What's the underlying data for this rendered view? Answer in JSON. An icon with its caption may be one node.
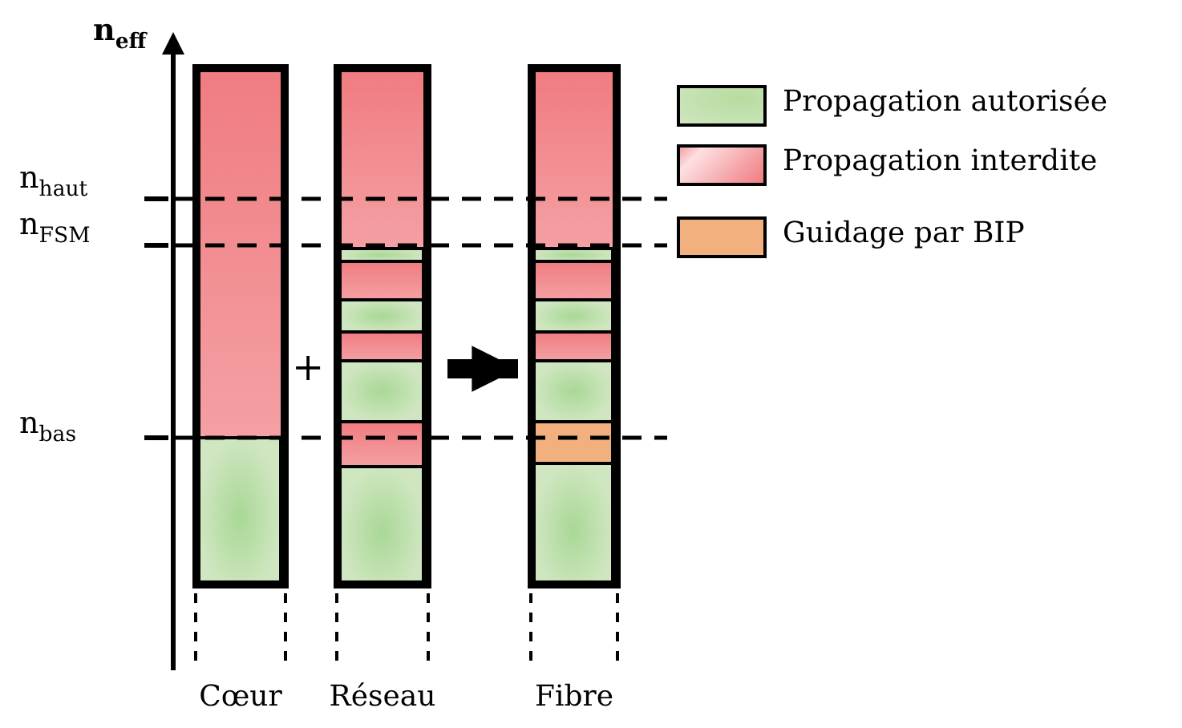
{
  "diagram": {
    "nodes": [
      {
        "text": [
          "Cœur"
        ]
      },
      {
        "text": [
          "Réseau"
        ]
      },
      {
        "text": [
          "Fibre"
        ]
      }
    ],
    "edges": [
      {
        "from": 1,
        "to": 2,
        "arrow": "to"
      }
    ],
    "labels": [
      "n$_{eff}$",
      "n$_{haut}$",
      "n$_{FSM}$",
      "n$_{bas}$",
      "+"
    ],
    "legend": [
      {
        "text": "Propagation autorisée",
        "color": "#cfe6c0"
      },
      {
        "text": "Propagation interdite",
        "color": "#f4a0a4"
      },
      {
        "text": "Guidage par BIP",
        "color": "#f2b07e"
      }
    ]
  }
}
